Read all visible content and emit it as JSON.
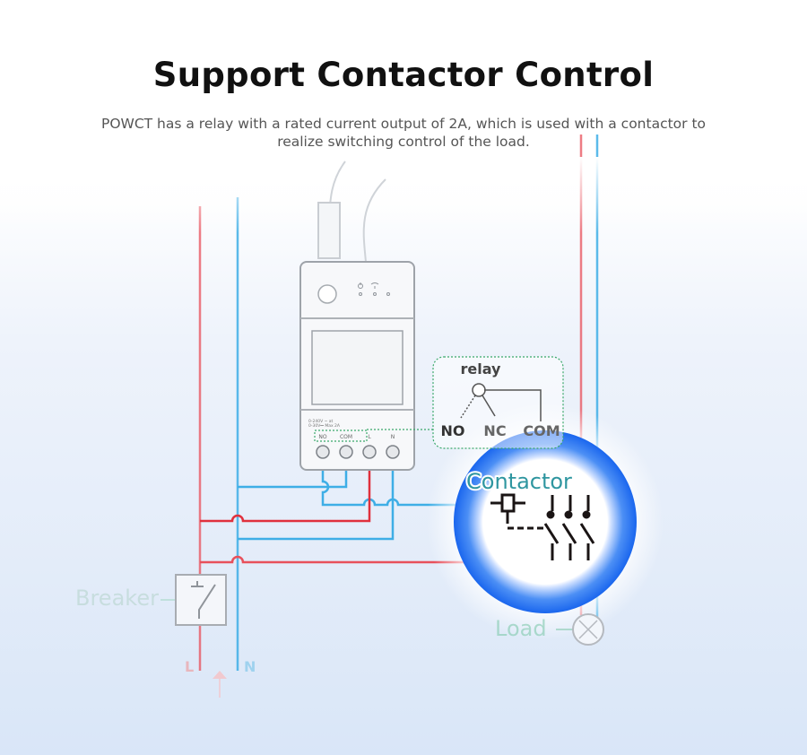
{
  "header": {
    "title": "Support Contactor Control",
    "subtitle": "POWCT has a relay with a rated current output of 2A, which is used with a contactor to realize switching control of the load."
  },
  "device": {
    "rating_line1": "0-240V ~ at",
    "rating_line2": "0-30V⎓ Max 2A",
    "terminals": [
      "NO",
      "COM",
      "L",
      "N"
    ]
  },
  "relay": {
    "title": "relay",
    "contacts": [
      "NO",
      "NC",
      "COM"
    ]
  },
  "diagram": {
    "contactor_label": "Contactor",
    "load_label": "Load",
    "breaker_label": "Breaker",
    "line_label": "L",
    "neutral_label": "N"
  },
  "colors": {
    "live_wire": "#e8505b",
    "neutral_wire": "#3eaee6",
    "accent_ring": "#1f6ff0",
    "relay_box": "#3aa86a"
  }
}
